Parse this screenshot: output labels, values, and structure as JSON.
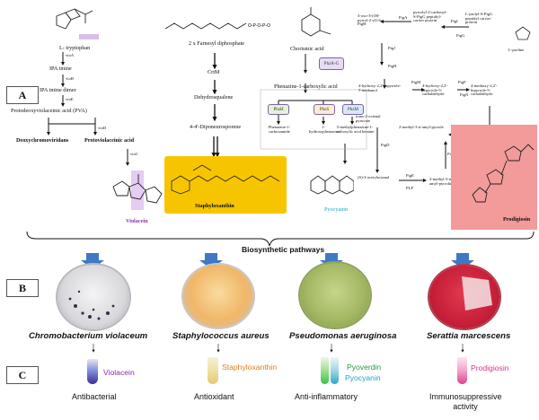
{
  "panels": {
    "a": "A",
    "b": "B",
    "c": "C"
  },
  "pathway_trp": {
    "start": "L- tryptophan",
    "vioA": "vioA",
    "ipa_imine": "IPA imine",
    "vioB": "vioB",
    "ipa_imine_dimer": "IPA imine dimer",
    "vioE": "vioE",
    "pva": "Protodeoxyviolaceinic acid (PVA)",
    "vioD": "vioD",
    "vioC": "vioC",
    "deoxychromoviridans": "Deoxychromoviridans",
    "protoviolaceinic": "Protoviolaceinic acid",
    "product": "Violacein"
  },
  "pathway_staph": {
    "start": "2 x Farnesyl diphosphate",
    "enzyme": "CrtM",
    "intermediate": "Dehydrosqualene",
    "dipo": "4-4'-Diponeurosporene",
    "product": "Staphyloxanthin"
  },
  "pathway_pyo": {
    "start": "Chorismic acid",
    "enzyme_group": "PhzA-G",
    "pca": "Phenazine-1-carboxylic acid",
    "phzH": "PhzH",
    "phzS": "PhzS",
    "phzM": "PhzM",
    "pcn": "Phenazine-1-carboxamide",
    "hydroxy": "1-hydroxyphenazine",
    "methyl": "5-methylphenazine-1-carboxylic acid betaine",
    "product": "Pyocyanin"
  },
  "pathway_prod": {
    "start": "L-proline",
    "s1": "L-prolyl-S-PigG peptidyl carrier protein",
    "s2": "pyrrolyl-2-carbonyl-S-PigG peptidyl-carrier protein",
    "s3": "3-oxo-3-(1H-pyrrol-2-yl)-S-PigH",
    "s4": "4-hydroxy-2,2'-bipyrrole-5-methanol",
    "s5": "4-hydroxy-2,2'-bipyrrole-5-carbaldehyde",
    "s6": "4-methoxy-2,2'-bipyrrole-5-carbaldehyde",
    "s7": "trans-2-octenal pyruvate",
    "s8": "(S)-3-acetyloctanal",
    "s9": "2-methyl-3-n-amyl-pyrrole",
    "s10": "2-methyl-3-n-amyl-pyrroline",
    "pigE": "PigE",
    "pigD": "PigD",
    "pigC": "PigC",
    "pigB": "PigB",
    "pigM": "PigM",
    "pigF": "PigF",
    "pigN": "PigN",
    "pigA": "PigA",
    "pigI": "PigI",
    "pigJ": "PigJ",
    "pigH": "PigH",
    "pigG": "PigG",
    "pigL": "PigL",
    "pigK": "PigK",
    "cof_plp": "PLP",
    "product": "Prodigiosin"
  },
  "section_title": "Biosynthetic pathways",
  "organisms": [
    {
      "name": "Chromobacterium violaceum",
      "pigment": "Violacein",
      "pigment_color": "#8b2fa8",
      "activity": "Antibacterial"
    },
    {
      "name": "Staphylococcus aureus",
      "pigment": "Staphyloxanthin",
      "pigment_color": "#e07b1a",
      "activity": "Antioxidant"
    },
    {
      "name": "Pseudomonas aeruginosa",
      "pigment": "Pyoverdin",
      "pigment2": "Pyocyanin",
      "pigment_color": "#1f9a3a",
      "pigment2_color": "#1aa6c9",
      "activity": "Anti-inflammatory"
    },
    {
      "name": "Serattia marcescens",
      "pigment": "Prodigiosin",
      "pigment_color": "#d6338a",
      "activity": "Immunosuppressive activity"
    }
  ],
  "colors": {
    "staph_box": "#f7c500",
    "prod_box": "#f39a9a",
    "arrow_blue": "#3f78c4"
  }
}
